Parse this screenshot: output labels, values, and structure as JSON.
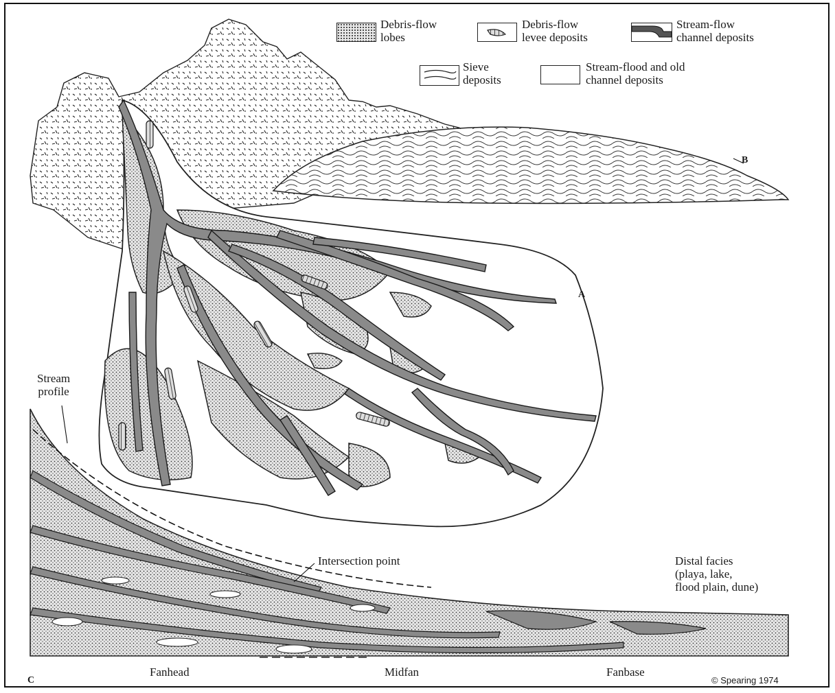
{
  "legend": {
    "debris_lobes": [
      "Debris-flow",
      "lobes"
    ],
    "debris_levee": [
      "Debris-flow",
      "levee deposits"
    ],
    "stream_channel": [
      "Stream-flow",
      "channel deposits"
    ],
    "sieve": [
      "Sieve",
      "deposits"
    ],
    "stream_flood": [
      "Stream-flood and old",
      "channel deposits"
    ]
  },
  "labels": {
    "a": "A",
    "b": "B",
    "c": "C",
    "stream_profile": [
      "Stream",
      "profile"
    ],
    "intersection": "Intersection point",
    "distal": [
      "Distal facies",
      "(playa, lake,",
      "flood plain, dune)"
    ],
    "fanhead": "Fanhead",
    "midfan": "Midfan",
    "fanbase": "Fanbase"
  },
  "credit": "© Spearing 1974",
  "colors": {
    "channel": "#8a8a8a",
    "dotted": "#e6e6e6",
    "outline": "#1a1a1a"
  }
}
